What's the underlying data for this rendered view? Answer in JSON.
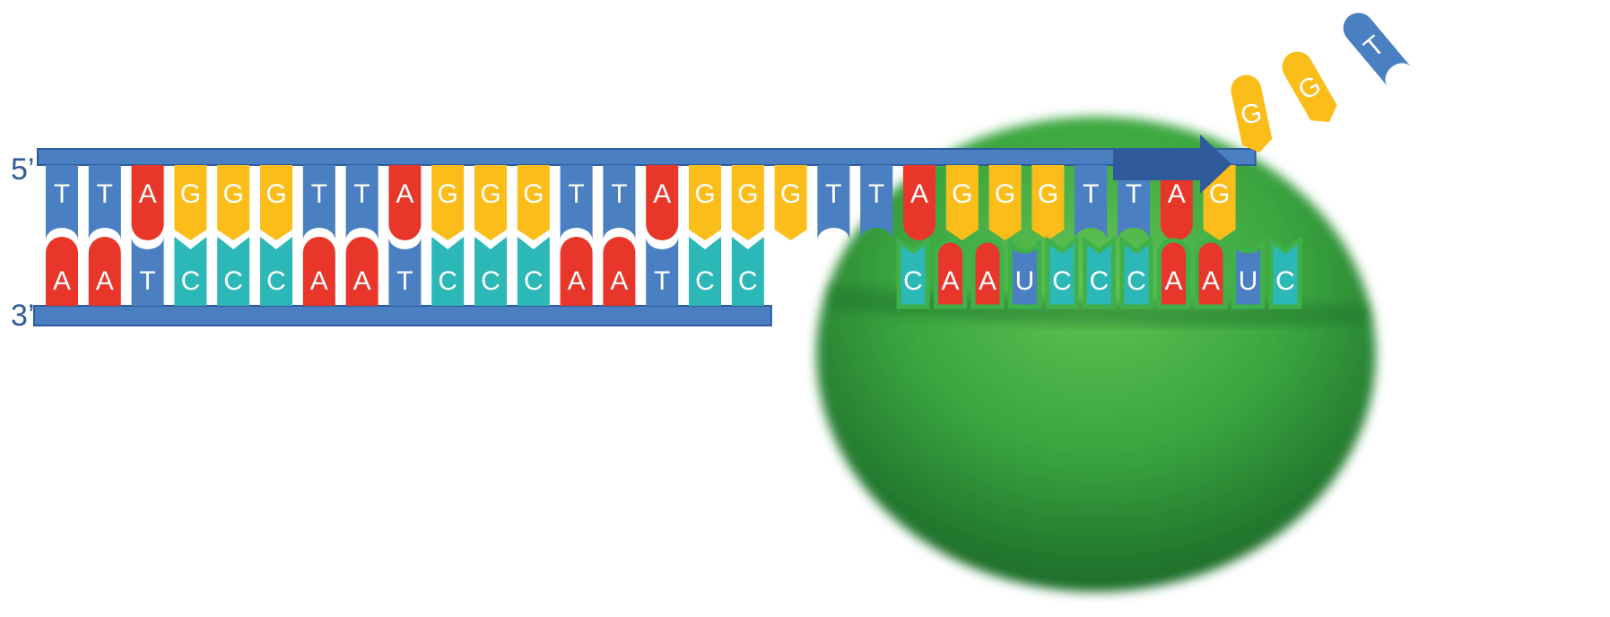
{
  "strand_ends": {
    "five_prime": "5’",
    "three_prime": "3’"
  },
  "colors": {
    "A": "#e8362a",
    "T": "#4a7fc1",
    "G": "#fbbd19",
    "C": "#2cb8b6",
    "U": "#4a7fc1",
    "backbone": "#4a7fc1",
    "arrow": "#2f5b9a",
    "enzyme": "#2e9a3c"
  },
  "dna_top_strand": [
    "T",
    "T",
    "A",
    "G",
    "G",
    "G",
    "T",
    "T",
    "A",
    "G",
    "G",
    "G",
    "T",
    "T",
    "A",
    "G",
    "G",
    "G",
    "T",
    "T",
    "A",
    "G",
    "G",
    "G",
    "T",
    "T",
    "A",
    "G"
  ],
  "dna_bottom_strand": [
    "A",
    "A",
    "T",
    "C",
    "C",
    "C",
    "A",
    "A",
    "T",
    "C",
    "C",
    "C",
    "A",
    "A",
    "T",
    "C",
    "C"
  ],
  "rna_template": [
    "C",
    "A",
    "A",
    "U",
    "C",
    "C",
    "C",
    "A",
    "A",
    "U",
    "C"
  ],
  "free_nucleotides": [
    "G",
    "G",
    "T"
  ]
}
